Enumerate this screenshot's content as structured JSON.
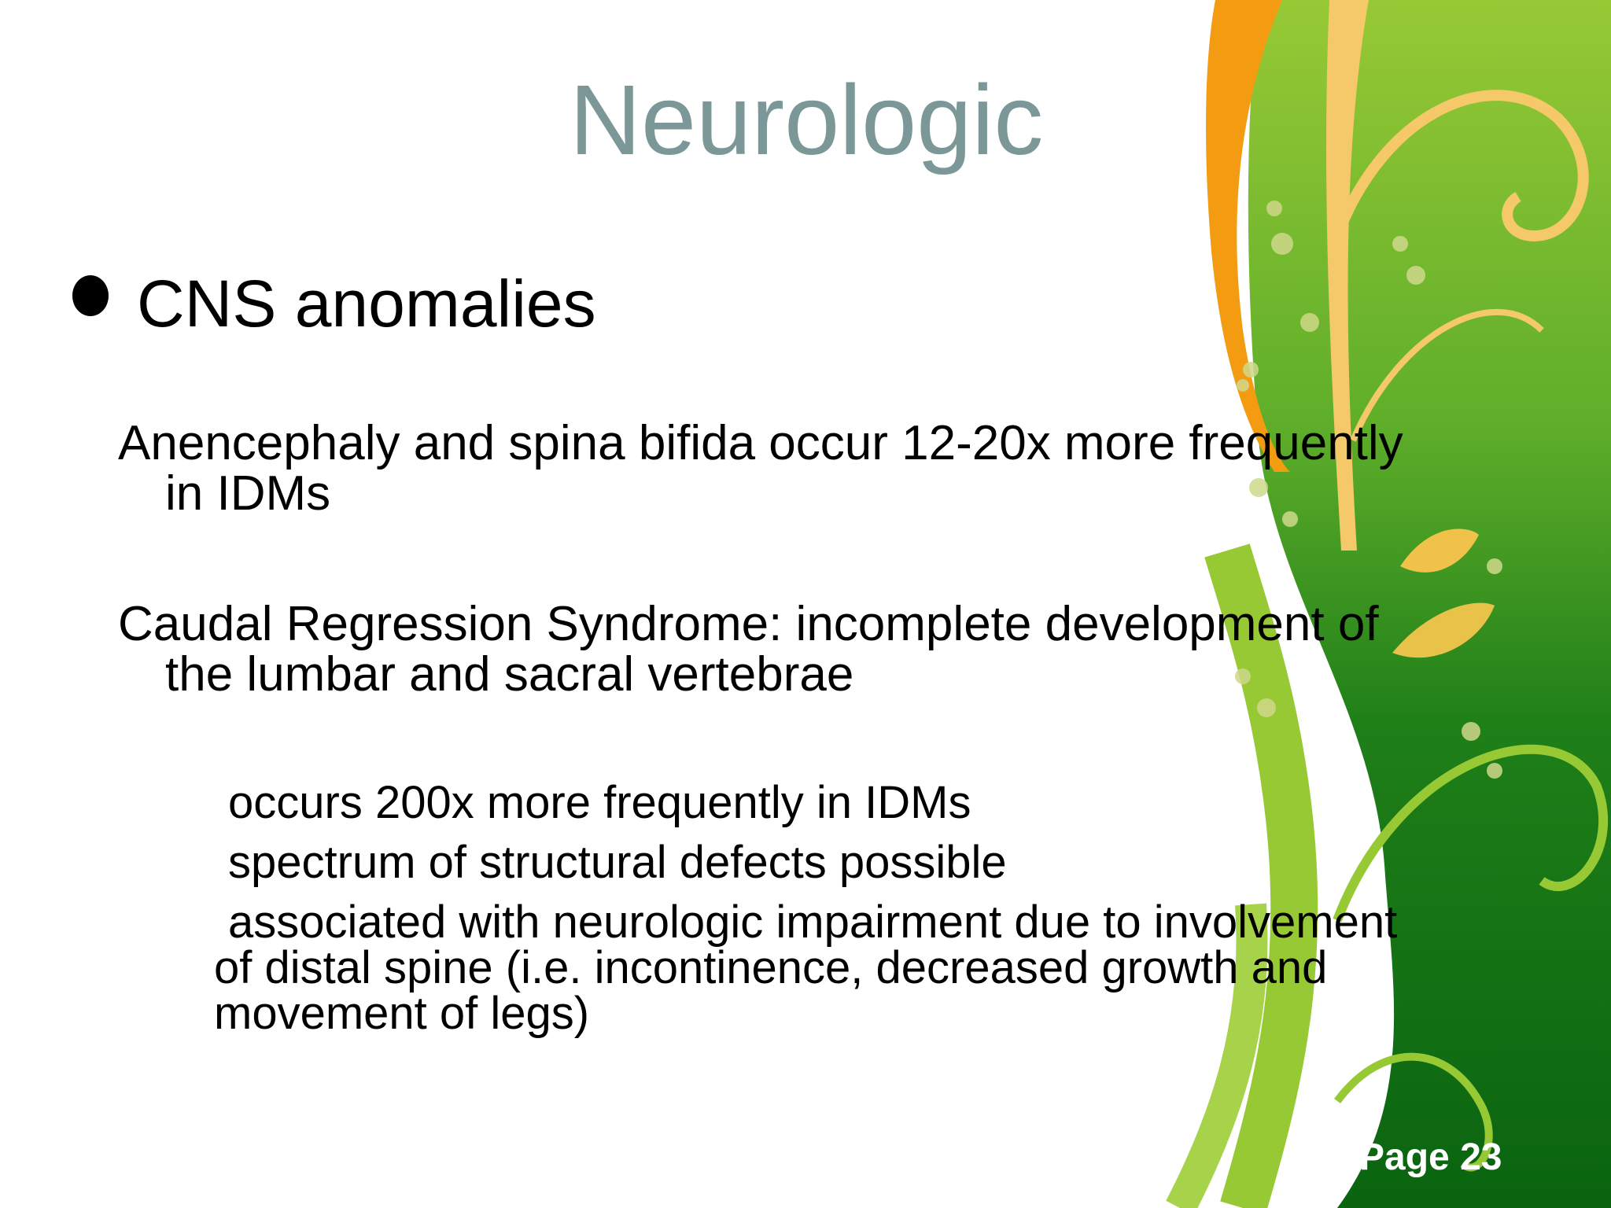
{
  "slide": {
    "title": "Neurologic",
    "heading_bullet": "CNS anomalies",
    "paragraphs": [
      {
        "line1": "Anencephaly and spina bifida occur 12-20x more frequently",
        "line2": "in IDMs"
      },
      {
        "line1": "Caudal Regression Syndrome: incomplete development of",
        "line2": "the lumbar and sacral vertebrae"
      }
    ],
    "sub_items": [
      {
        "text": "occurs 200x more frequently in IDMs"
      },
      {
        "text": "spectrum of structural defects possible"
      },
      {
        "line1": "associated with neurologic impairment due to involvement",
        "line2": "of distal spine (i.e. incontinence, decreased growth and",
        "line3": "movement of legs)"
      }
    ],
    "page_label": "Page 23"
  },
  "colors": {
    "title": "#7b9797",
    "text": "#000000",
    "dark_green": "#0b6b12",
    "light_green": "#97c935",
    "orange": "#f39c12",
    "pale_orange": "#f5c86a",
    "page_number": "#ffffff"
  }
}
